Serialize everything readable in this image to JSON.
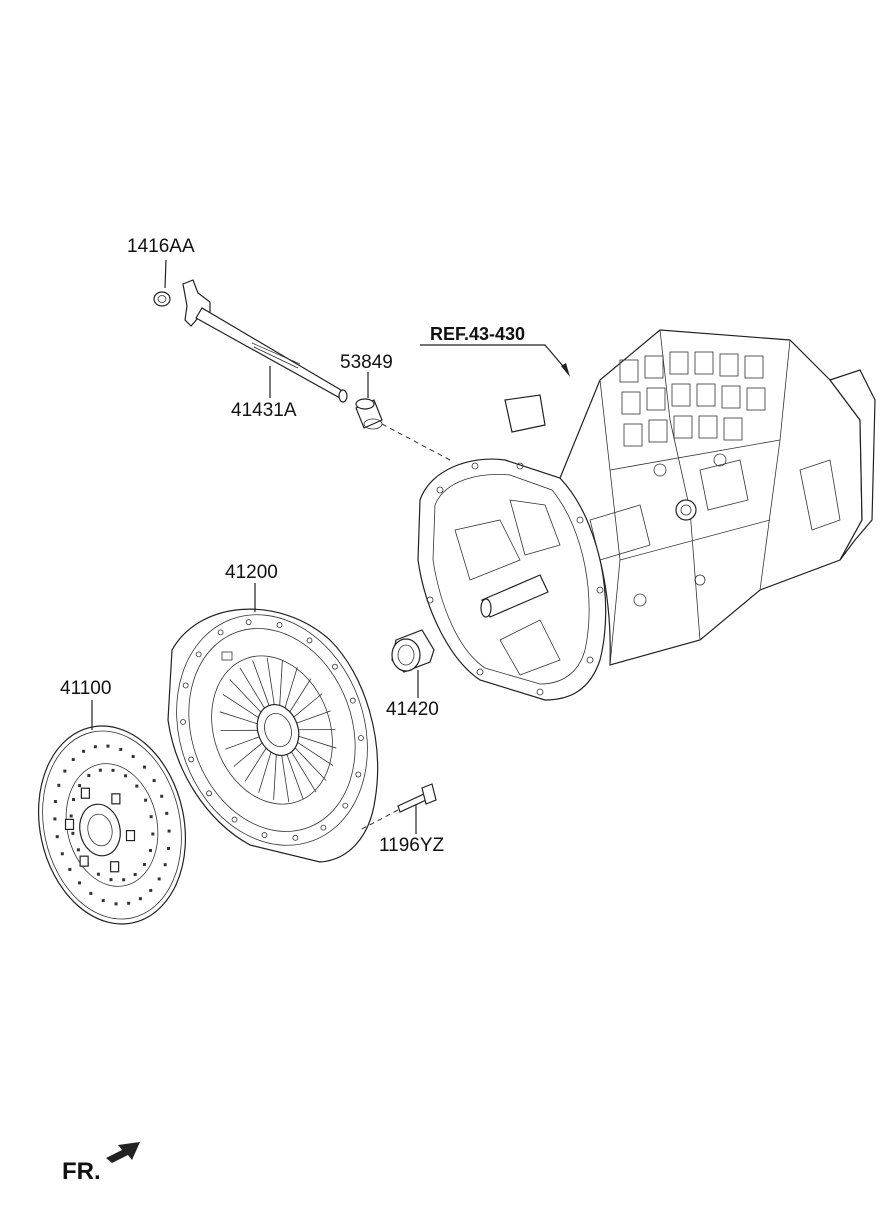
{
  "labels": {
    "ring": "1416AA",
    "shaft": "41431A",
    "bushing": "53849",
    "reference": "REF.43-430",
    "pressure_plate": "41200",
    "release_bearing": "41420",
    "clutch_disc": "41100",
    "bolt": "1196YZ",
    "front": "FR."
  },
  "icons": {
    "front_arrow": "front-arrow-icon"
  }
}
